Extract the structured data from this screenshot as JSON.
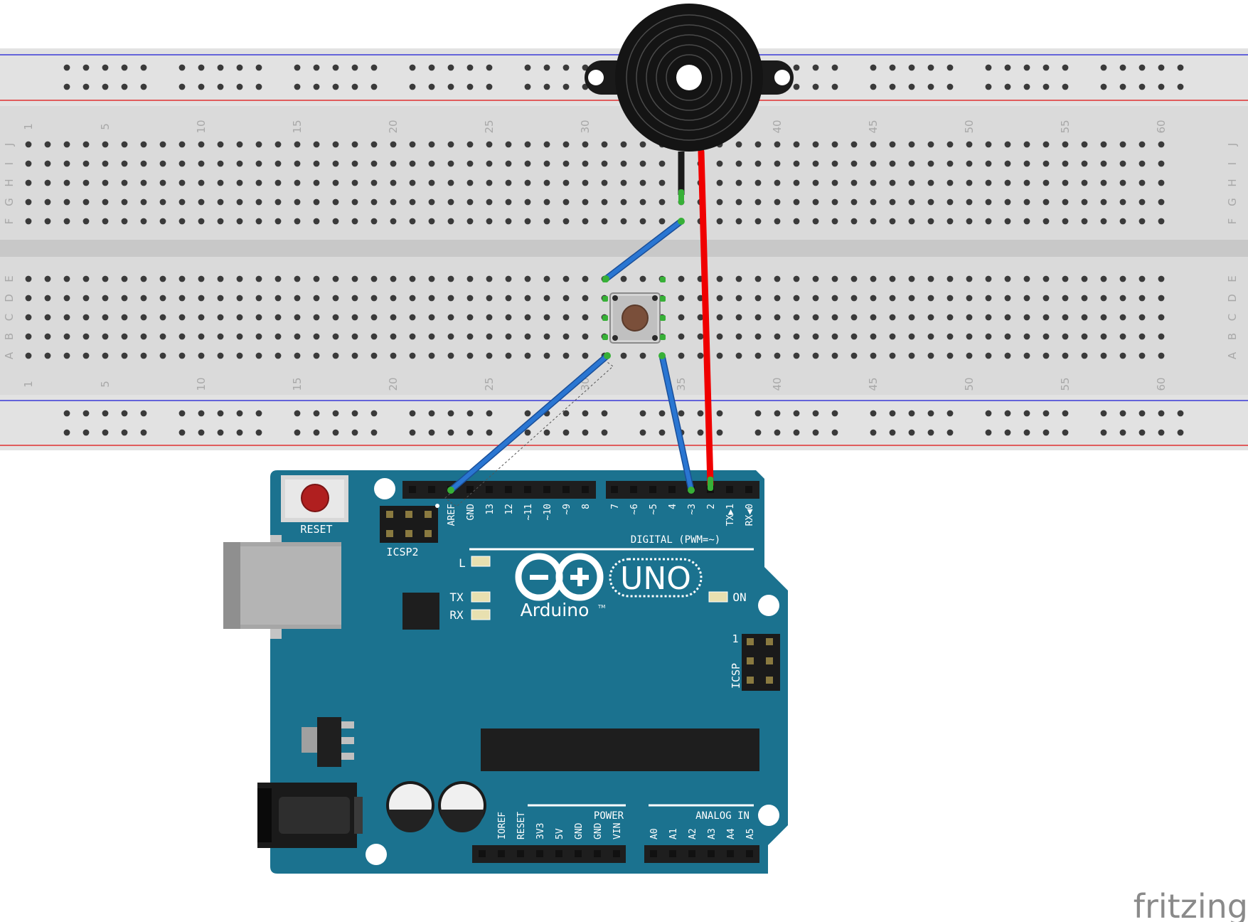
{
  "breadboard": {
    "column_labels": [
      "1",
      "5",
      "10",
      "15",
      "20",
      "25",
      "30",
      "35",
      "40",
      "45",
      "50",
      "55",
      "60"
    ],
    "row_labels_top": [
      "J",
      "I",
      "H",
      "G",
      "F"
    ],
    "row_labels_bottom": [
      "E",
      "D",
      "C",
      "B",
      "A"
    ]
  },
  "arduino": {
    "reset_label": "RESET",
    "icsp2_label": "ICSP2",
    "icsp_label": "ICSP",
    "icsp_pin1_label": "1",
    "digital_label": "DIGITAL (PWM=~)",
    "digital_pins": [
      "AREF",
      "GND",
      "13",
      "12",
      "~11",
      "~10",
      "~9",
      "8",
      "7",
      "~6",
      "~5",
      "4",
      "~3",
      "2",
      "TX▶1",
      "RX◀0"
    ],
    "led_labels": [
      "L",
      "TX",
      "RX"
    ],
    "on_label": "ON",
    "uno_label": "UNO",
    "brand_label": "Arduino",
    "tm_label": "TM",
    "power_label": "POWER",
    "power_pins": [
      "IOREF",
      "RESET",
      "3V3",
      "5V",
      "GND",
      "GND",
      "VIN"
    ],
    "analog_label": "ANALOG IN",
    "analog_pins": [
      "A0",
      "A1",
      "A2",
      "A3",
      "A4",
      "A5"
    ]
  },
  "watermark": "fritzing",
  "colors": {
    "board_teal": "#1b728f",
    "breadboard_gray": "#dadada",
    "wire_blue": "#2a6fcc",
    "wire_red": "#f00000",
    "rail_red": "#e03030",
    "rail_blue": "#3030d0"
  }
}
